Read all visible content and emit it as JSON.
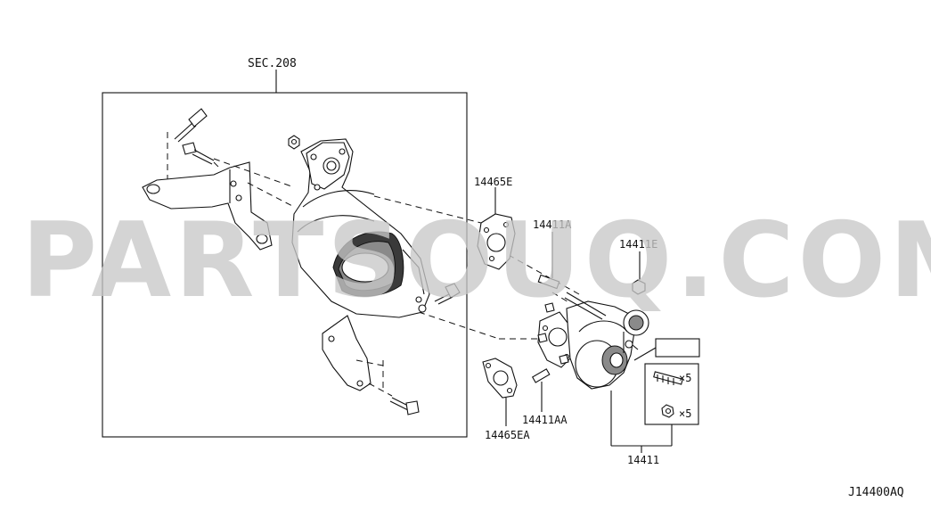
{
  "watermark": "PARTSOUQ.COM",
  "diagram_code": "J14400AQ",
  "callouts": {
    "sec_ref": "SEC.208",
    "gasket_upper": "14465E",
    "stud_upper": "14411A",
    "nut": "14411E",
    "gasket_lower": "14465EA",
    "stud_lower": "14411AA",
    "turbo_assy": "14411",
    "stud_qty": "×5",
    "nut_qty": "×5"
  }
}
